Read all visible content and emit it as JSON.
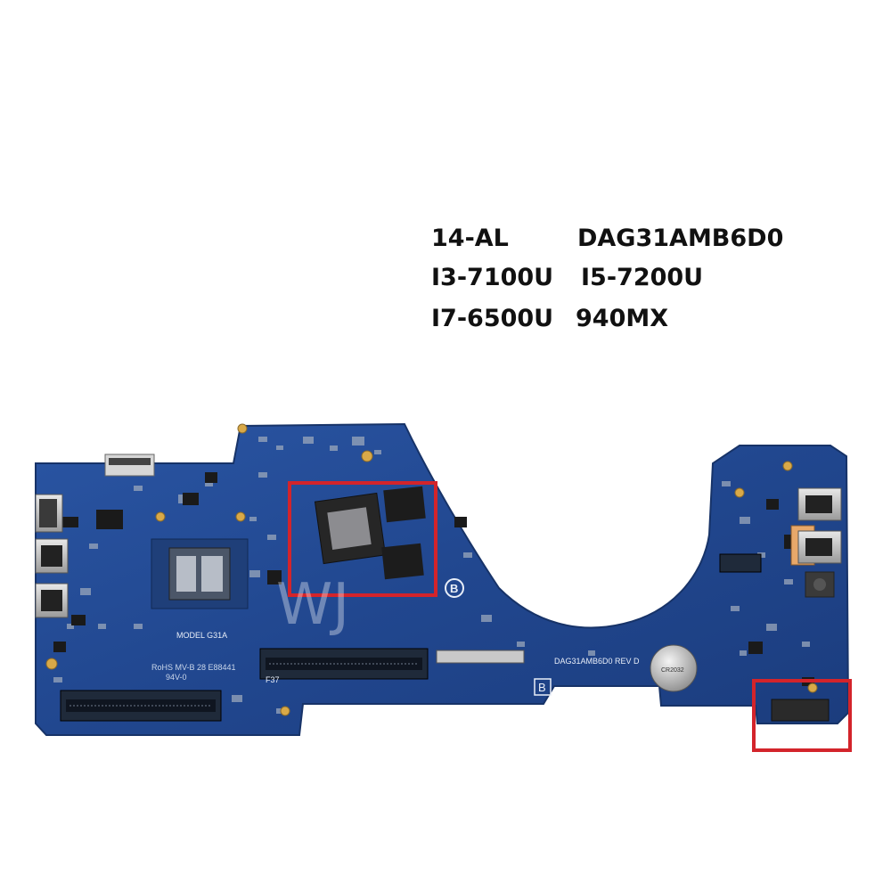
{
  "specs": {
    "model": "14-AL",
    "board_code": "DAG31AMB6D0",
    "cpu_1": "I3-7100U",
    "cpu_2": "I5-7200U",
    "cpu_3": "I7-6500U",
    "gpu": "940MX"
  },
  "board_markings": {
    "model_label": "MODEL G31A",
    "rev_label": "DAG31AMB6D0 REV D",
    "f_label": "F37",
    "b_mark": "B",
    "cert_1": "RoHS  MV-B 28  E88441",
    "cert_2": "94V-0",
    "battery_text": "CR2032",
    "watermark": "WJ"
  },
  "colors": {
    "background": "#ffffff",
    "pcb": "#21478f",
    "pcb_dark": "#1a3a78",
    "highlight": "#d3242b",
    "chip": "#2b2b2b"
  }
}
